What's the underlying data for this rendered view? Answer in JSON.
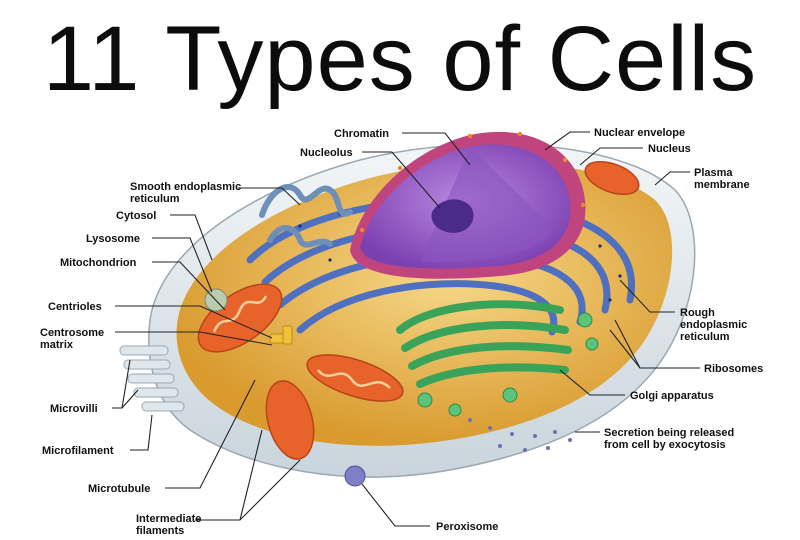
{
  "title": "11 Types of Cells",
  "labels": {
    "chromatin": "Chromatin",
    "nucleolus": "Nucleolus",
    "smooth_er": [
      "Smooth endoplasmic",
      "reticulum"
    ],
    "cytosol": "Cytosol",
    "lysosome": "Lysosome",
    "mitochondrion": "Mitochondrion",
    "centrioles": "Centrioles",
    "centrosome_matrix": [
      "Centrosome",
      "matrix"
    ],
    "microvilli": "Microvilli",
    "microfilament": "Microfilament",
    "microtubule": "Microtubule",
    "intermediate_filaments": [
      "Intermediate",
      "filaments"
    ],
    "nuclear_envelope": "Nuclear envelope",
    "nucleus": "Nucleus",
    "plasma_membrane": [
      "Plasma",
      "membrane"
    ],
    "rough_er": [
      "Rough",
      "endoplasmic",
      "reticulum"
    ],
    "ribosomes": "Ribosomes",
    "golgi": "Golgi apparatus",
    "secretion": [
      "Secretion being released",
      "from cell by exocytosis"
    ],
    "peroxisome": "Peroxisome"
  },
  "colors": {
    "cytoplasm": "#e9b64a",
    "membrane": "#dfe8ee",
    "nucleus": "#9a63c9",
    "nuclear_envelope": "#c0457e",
    "rough_er": "#4f6fc0",
    "smooth_er": "#6d8fb8",
    "golgi": "#3aa35a",
    "mitochondrion": "#e8632a",
    "lysosome": "#b9ccb0",
    "peroxisome": "#7f7fc8"
  }
}
